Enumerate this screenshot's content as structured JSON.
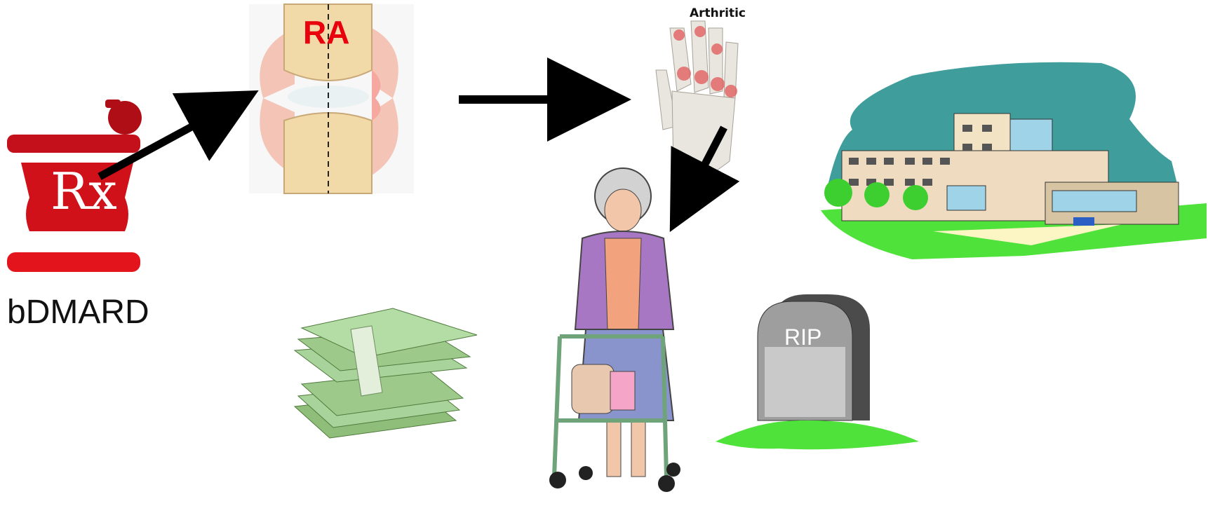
{
  "drug": {
    "label": "bDMARD",
    "rx_symbol": "Rx"
  },
  "joint": {
    "label": "RA"
  },
  "hand": {
    "label": "Arthritic"
  },
  "tombstone": {
    "label": "RIP"
  },
  "colors": {
    "arrow": "#000000",
    "rx_red": "#d0111a",
    "ra_red": "#e8000c",
    "bone": "#f2d9a8",
    "sky_teal": "#3f9e9c",
    "grass": "#4fe23a",
    "money_green": "#9dc98a",
    "stone": "#9e9e9e"
  },
  "icons": [
    "mortar-pestle-rx-icon",
    "joint-illustration",
    "hand-xray-illustration",
    "hospital-illustration",
    "money-stack-icon",
    "elderly-woman-walker-illustration",
    "tombstone-icon"
  ]
}
